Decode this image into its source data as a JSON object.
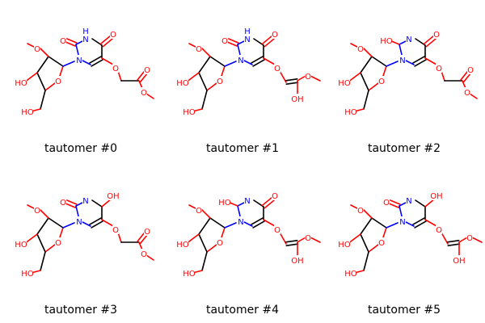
{
  "colors": {
    "bond": "#000000",
    "oxygen": "#ff0000",
    "nitrogen": "#0000ff",
    "background": "#ffffff"
  },
  "molecules": [
    {
      "caption": "tautomer #0",
      "ring_oxygen_label": "O",
      "ring_hydrogen_label": "H",
      "variant": "a"
    },
    {
      "caption": "tautomer #1",
      "ring_oxygen_label": "O",
      "ring_hydrogen_label": "H",
      "variant": "b"
    },
    {
      "caption": "tautomer #2",
      "ring_oxygen_label": "HO",
      "ring_hydrogen_label": "",
      "variant": "a"
    },
    {
      "caption": "tautomer #3",
      "ring_oxygen_label": "O",
      "ring_hydrogen_label": "OH",
      "variant": "a"
    },
    {
      "caption": "tautomer #4",
      "ring_oxygen_label": "HO",
      "ring_hydrogen_label": "",
      "variant": "b"
    },
    {
      "caption": "tautomer #5",
      "ring_oxygen_label": "O",
      "ring_hydrogen_label": "OH",
      "variant": "b"
    }
  ],
  "atom_labels": {
    "methoxy_o": "O",
    "hydroxy": "HO",
    "ring_o": "O",
    "ring_n": "N",
    "top_n": "N",
    "carbonyl_o": "O",
    "ether_o": "O",
    "ester_o": "O",
    "ester_o2": "O",
    "enol_oh": "OH"
  }
}
